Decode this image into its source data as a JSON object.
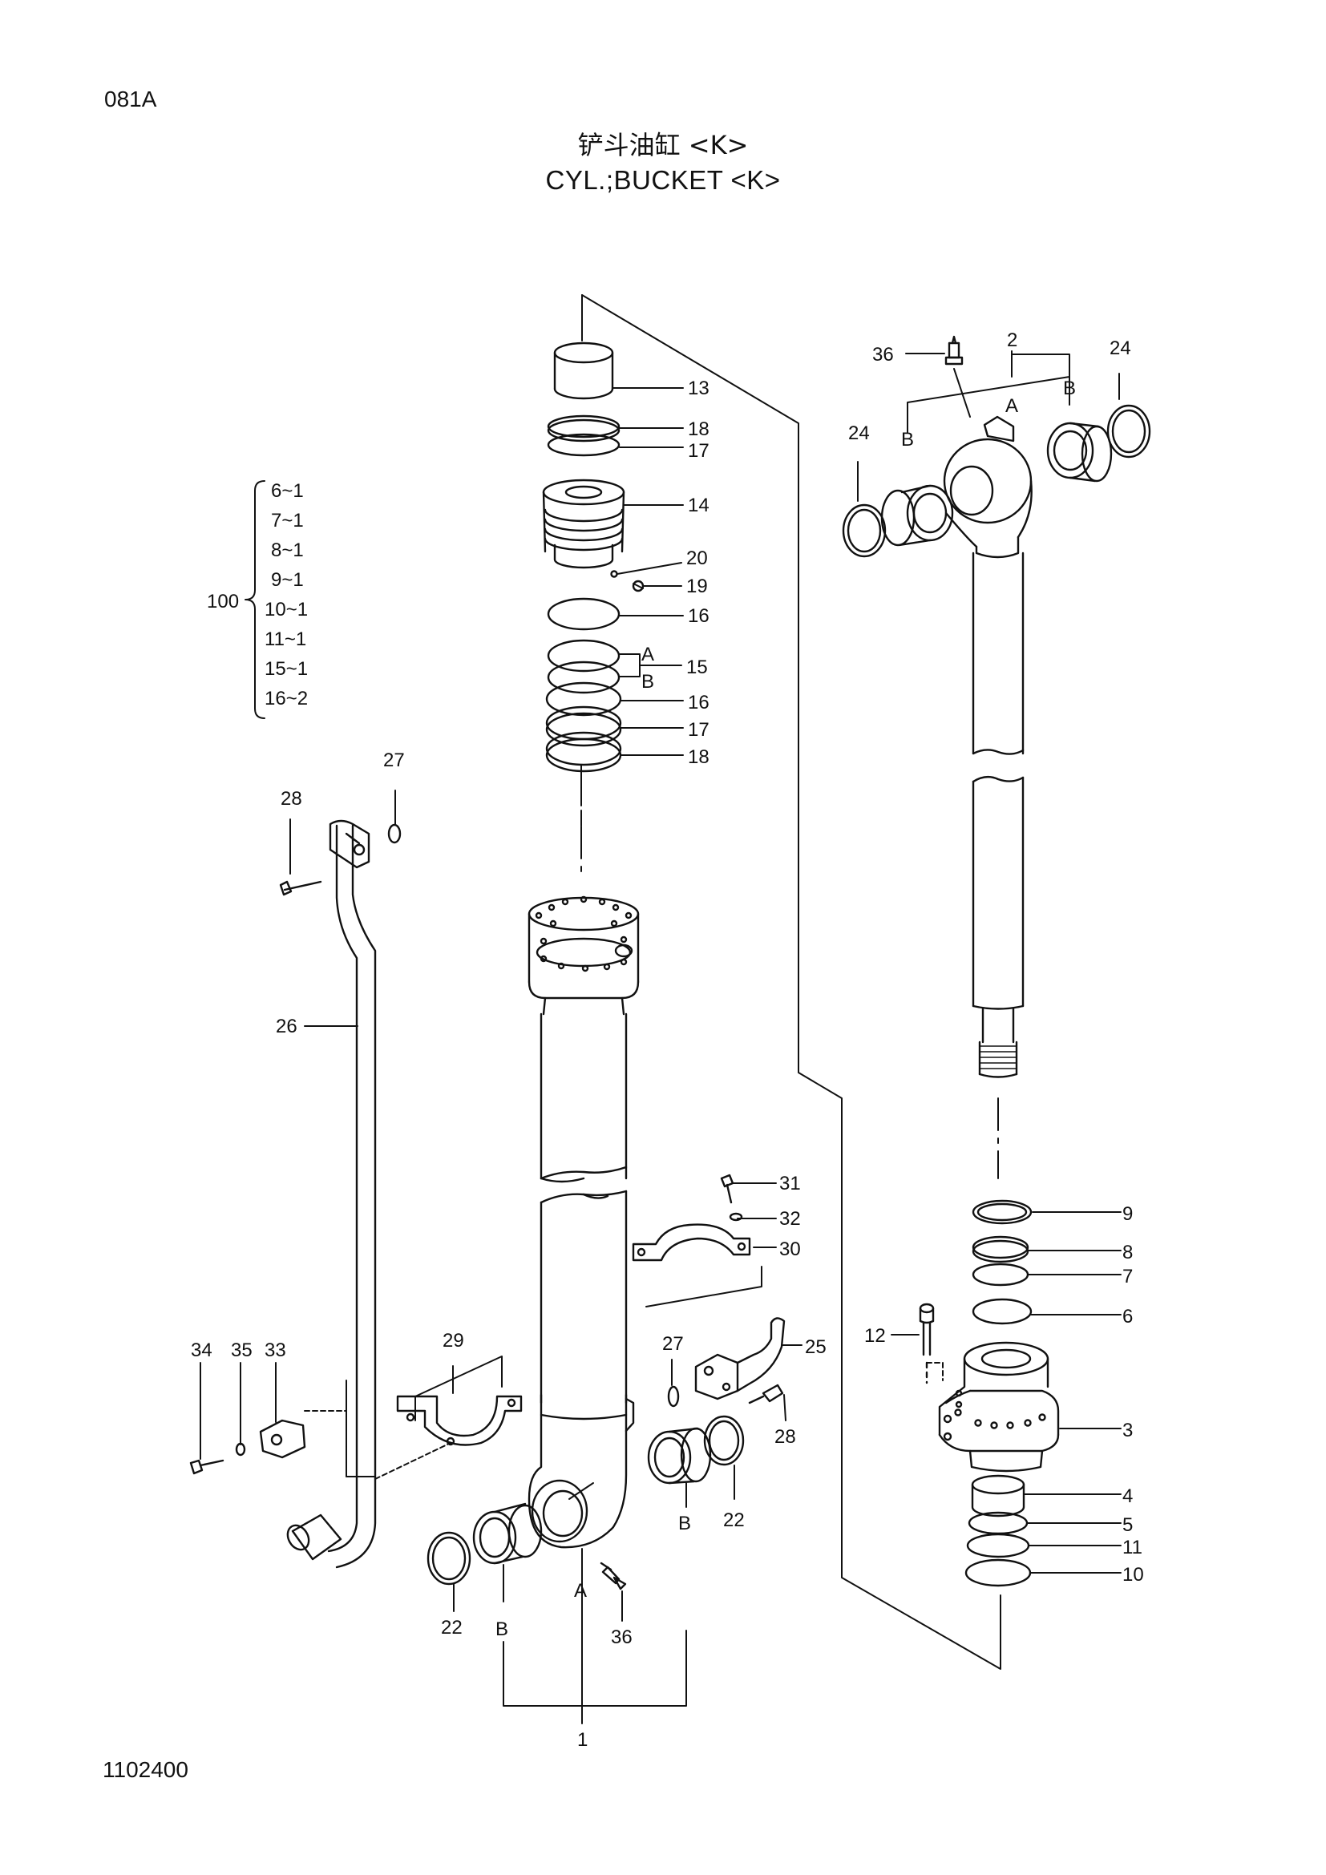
{
  "page_code": "081A",
  "title_cn": "铲斗油缸 <K>",
  "title_en": "CYL.;BUCKET   <K>",
  "figure_no": "1102400",
  "kit": {
    "number": "100",
    "items": [
      "6~1",
      "7~1",
      "8~1",
      "9~1",
      "10~1",
      "11~1",
      "15~1",
      "16~2"
    ]
  },
  "callouts": {
    "c1": "1",
    "c2": "2",
    "c3": "3",
    "c4": "4",
    "c5": "5",
    "c6": "6",
    "c7": "7",
    "c8": "8",
    "c9": "9",
    "c10": "10",
    "c11": "11",
    "c12": "12",
    "c13": "13",
    "c14": "14",
    "c15": "15",
    "c16a": "16",
    "c16b": "16",
    "c17a": "17",
    "c17b": "17",
    "c18a": "18",
    "c18b": "18",
    "c19": "19",
    "c20": "20",
    "c22a": "22",
    "c22b": "22",
    "c24a": "24",
    "c24b": "24",
    "c25": "25",
    "c26": "26",
    "c27a": "27",
    "c27b": "27",
    "c28a": "28",
    "c28b": "28",
    "c29": "29",
    "c30": "30",
    "c31": "31",
    "c32": "32",
    "c33": "33",
    "c34": "34",
    "c35": "35",
    "c36a": "36",
    "c36b": "36"
  },
  "letters": {
    "A": "A",
    "B": "B"
  }
}
